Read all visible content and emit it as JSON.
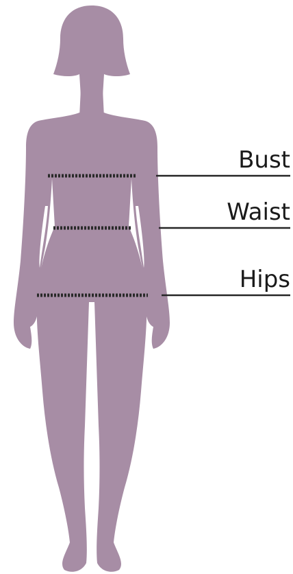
{
  "colors": {
    "silhouette": "#a78da5",
    "line": "#262626",
    "background": "#ffffff"
  },
  "figure": {
    "icon": "female-body-silhouette-icon"
  },
  "measurements": [
    {
      "key": "bust",
      "label": "Bust"
    },
    {
      "key": "waist",
      "label": "Waist"
    },
    {
      "key": "hips",
      "label": "Hips"
    }
  ]
}
